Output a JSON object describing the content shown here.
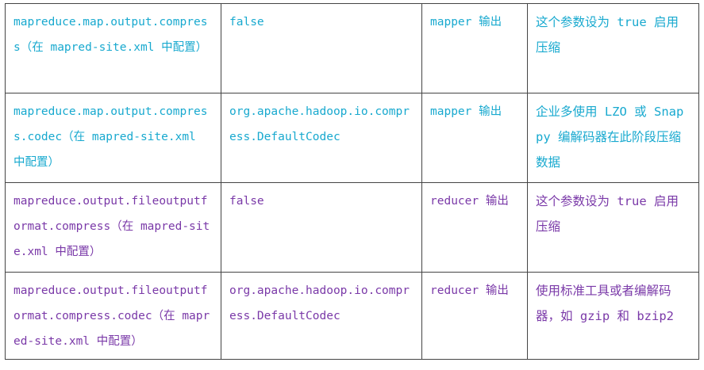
{
  "table": {
    "rows": [
      {
        "param": "mapreduce.map.output.compress（在 mapred-site.xml 中配置）",
        "default": "false",
        "stage": "mapper 输出",
        "note": "这个参数设为 true 启用压缩"
      },
      {
        "param": "mapreduce.map.output.compress.codec（在 mapred-site.xml 中配置）",
        "default": "org.apache.hadoop.io.compress.DefaultCodec",
        "stage": "mapper 输出",
        "note": "企业多使用 LZO 或 Snappy 编解码器在此阶段压缩数据"
      },
      {
        "param": "mapreduce.output.fileoutputformat.compress（在 mapred-site.xml 中配置）",
        "default": "false",
        "stage": "reducer 输出",
        "note": "这个参数设为 true 启用压缩"
      },
      {
        "param": "mapreduce.output.fileoutputformat.compress.codec（在 mapred-site.xml 中配置）",
        "default": "org.apache.hadoop.io.compress.DefaultCodec",
        "stage": "reducer 输出",
        "note": "使用标准工具或者编解码器，如 gzip 和 bzip2"
      }
    ]
  },
  "colors": {
    "row_text_a": "#18a9cf",
    "row_text_b": "#7a39a8",
    "border": "#444444"
  }
}
